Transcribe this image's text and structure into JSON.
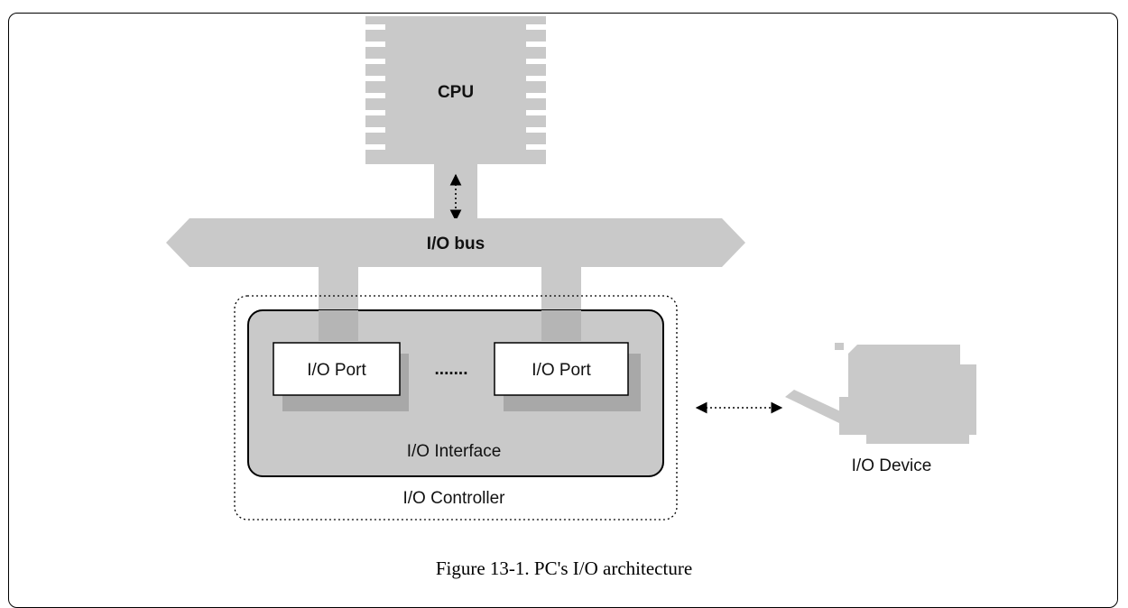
{
  "diagram": {
    "cpu_label": "CPU",
    "bus_label": "I/O bus",
    "port_left_label": "I/O Port",
    "port_right_label": "I/O Port",
    "ellipsis": ".......",
    "interface_label": "I/O Interface",
    "controller_label": "I/O Controller",
    "device_label": "I/O Device"
  },
  "caption": "Figure 13-1. PC's I/O architecture",
  "colors": {
    "component_gray": "#c9c9c9",
    "line": "#000000",
    "background": "#ffffff"
  }
}
